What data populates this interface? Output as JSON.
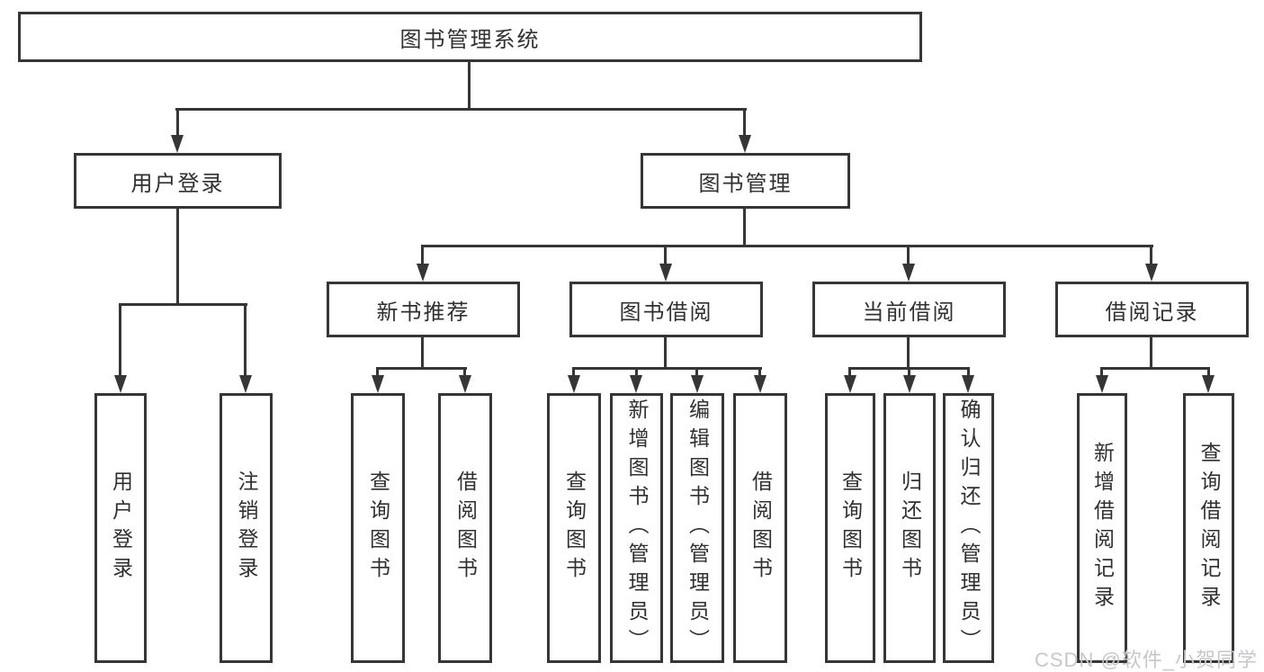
{
  "colors": {
    "line": "#363636",
    "box_border": "#363636",
    "text": "#303030",
    "background": "#ffffff",
    "watermark": "#c5c7ca"
  },
  "tree": {
    "root": {
      "label": "图书管理系统"
    },
    "branches": [
      {
        "label": "用户登录",
        "children": [
          {
            "label": "用户登录"
          },
          {
            "label": "注销登录"
          }
        ]
      },
      {
        "label": "图书管理",
        "children": [
          {
            "label": "新书推荐",
            "children": [
              {
                "label": "查询图书"
              },
              {
                "label": "借阅图书"
              }
            ]
          },
          {
            "label": "图书借阅",
            "children": [
              {
                "label": "查询图书"
              },
              {
                "label": "新增图书（管理员）"
              },
              {
                "label": "编辑图书（管理员）"
              },
              {
                "label": "借阅图书"
              }
            ]
          },
          {
            "label": "当前借阅",
            "children": [
              {
                "label": "查询图书"
              },
              {
                "label": "归还图书"
              },
              {
                "label": "确认归还（管理员）"
              }
            ]
          },
          {
            "label": "借阅记录",
            "children": [
              {
                "label": "新增借阅记录"
              },
              {
                "label": "查询借阅记录"
              }
            ]
          }
        ]
      }
    ]
  },
  "watermark": {
    "text": "CSDN @软件_小贺同学"
  }
}
